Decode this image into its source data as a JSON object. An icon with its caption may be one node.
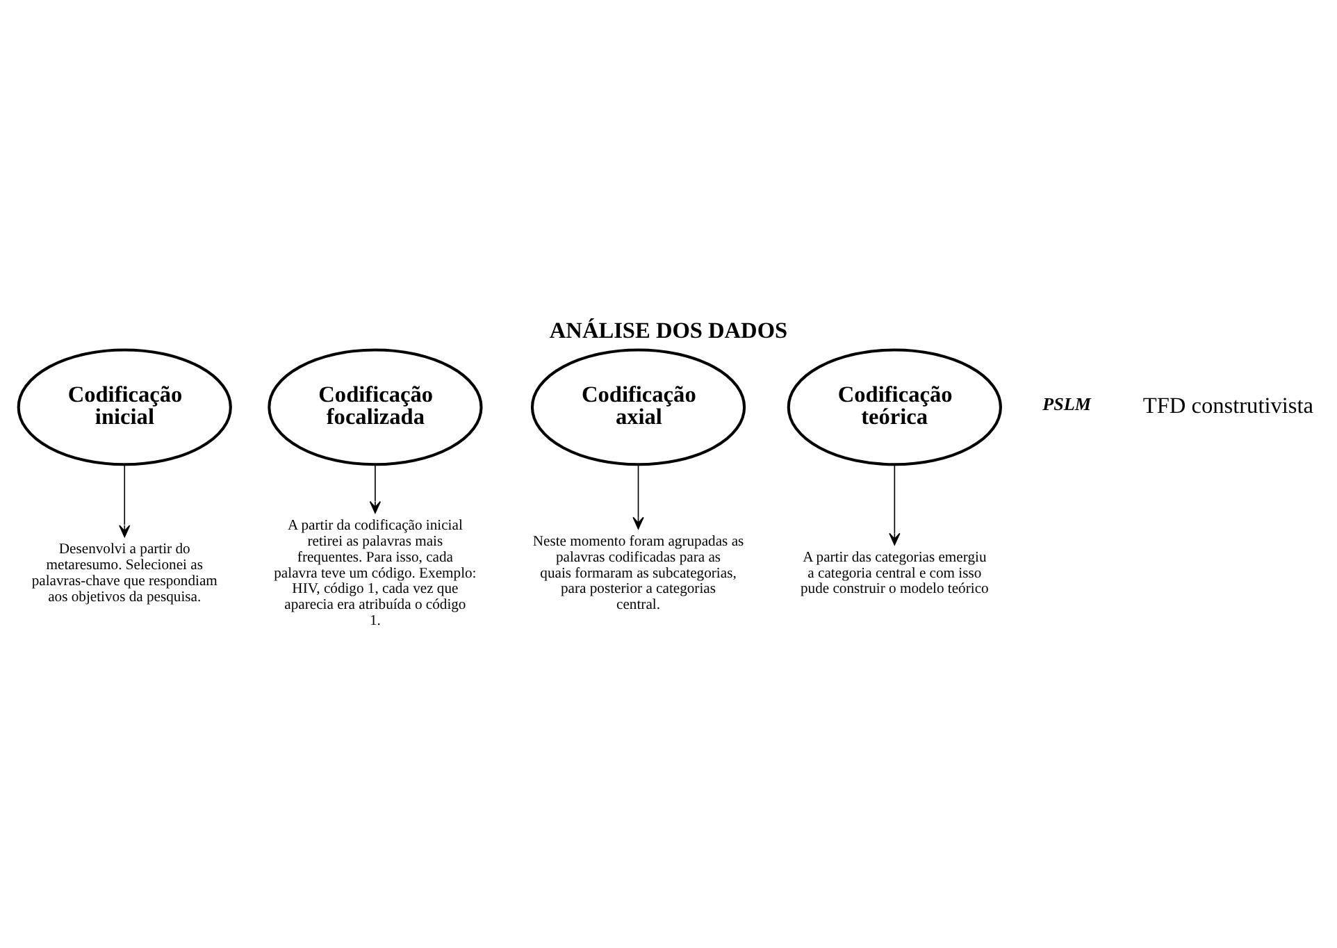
{
  "diagram": {
    "title": "ANÁLISE DOS DADOS",
    "nodes": [
      {
        "text": [
          "Codificação inicial"
        ]
      },
      {
        "text": [
          "Desenvolvi a partir do metaresumo. Selecionei as palavras-chave que respondiam aos objetivos da pesquisa."
        ]
      },
      {
        "text": [
          "Codificação focalizada"
        ]
      },
      {
        "text": [
          "A partir da codificação inicial retirei as palavras mais frequentes. Para isso, cada palavra teve um código. Exemplo: HIV, código 1, cada vez que aparecia era atribuída o código 1."
        ]
      },
      {
        "text": [
          "Codificação axial"
        ]
      },
      {
        "text": [
          "Neste momento foram agrupadas as palavras codificadas para as quais formaram as subcategorias, para posterior a categorias central."
        ]
      },
      {
        "text": [
          "Codificação teórica"
        ]
      },
      {
        "text": [
          "A partir das categorias emergiu a categoria central e com isso pude construir o modelo teórico"
        ]
      }
    ],
    "edges": [
      {
        "from": 0,
        "to": 1,
        "arrow": "to"
      },
      {
        "from": 2,
        "to": 3,
        "arrow": "to"
      },
      {
        "from": 4,
        "to": 5,
        "arrow": "to"
      },
      {
        "from": 6,
        "to": 7,
        "arrow": "to"
      }
    ],
    "labels": [
      "PSLM",
      "TFD construtivista"
    ]
  }
}
